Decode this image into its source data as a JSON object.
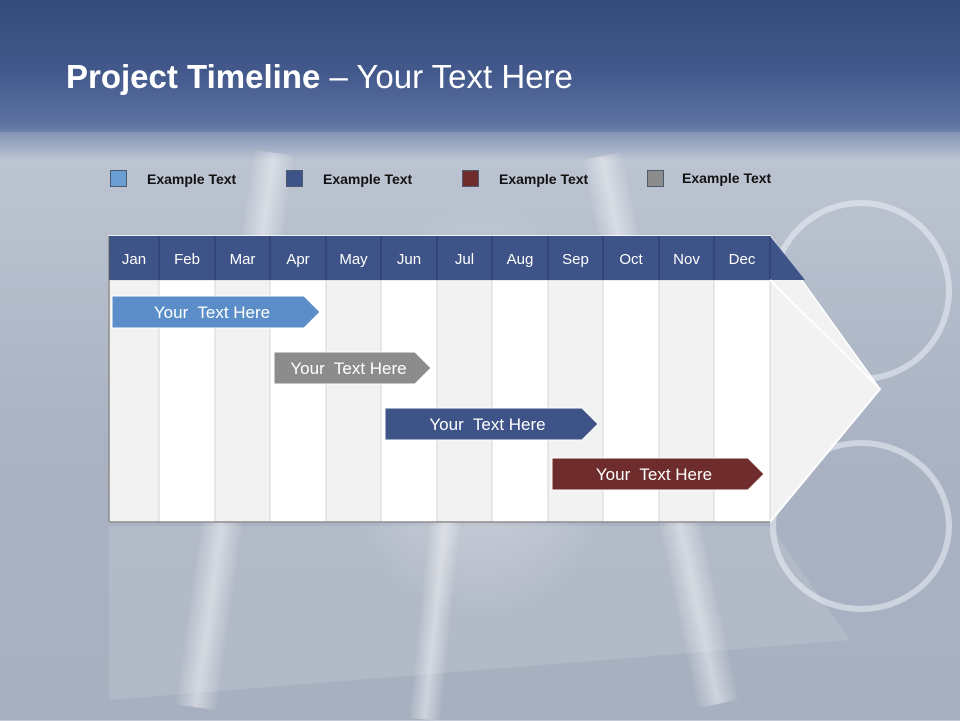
{
  "title": {
    "bold": "Project Timeline",
    "rest": " – Your Text Here"
  },
  "legend": [
    {
      "label": "Example Text",
      "color": "#6b9fd3"
    },
    {
      "label": "Example Text",
      "color": "#3e5388"
    },
    {
      "label": "Example Text",
      "color": "#6e2c2c"
    },
    {
      "label": "Example Text",
      "color": "#8c8c8c"
    }
  ],
  "months": [
    "Jan",
    "Feb",
    "Mar",
    "Apr",
    "May",
    "Jun",
    "Jul",
    "Aug",
    "Sep",
    "Oct",
    "Nov",
    "Dec"
  ],
  "bars": [
    {
      "label": "Your  Text Here",
      "start": "Jan",
      "end": "Apr",
      "color": "#5b8ec8"
    },
    {
      "label": "Your  Text Here",
      "start": "Apr",
      "end": "Jun",
      "color": "#8c8c8c"
    },
    {
      "label": "Your  Text Here",
      "start": "Jun",
      "end": "Sep",
      "color": "#3e5388"
    },
    {
      "label": "Your  Text Here",
      "start": "Sep",
      "end": "Dec",
      "color": "#6e2c2c"
    }
  ],
  "colors": {
    "header": "#3e5388",
    "column_light": "#f2f2f2",
    "column_white": "#ffffff"
  }
}
